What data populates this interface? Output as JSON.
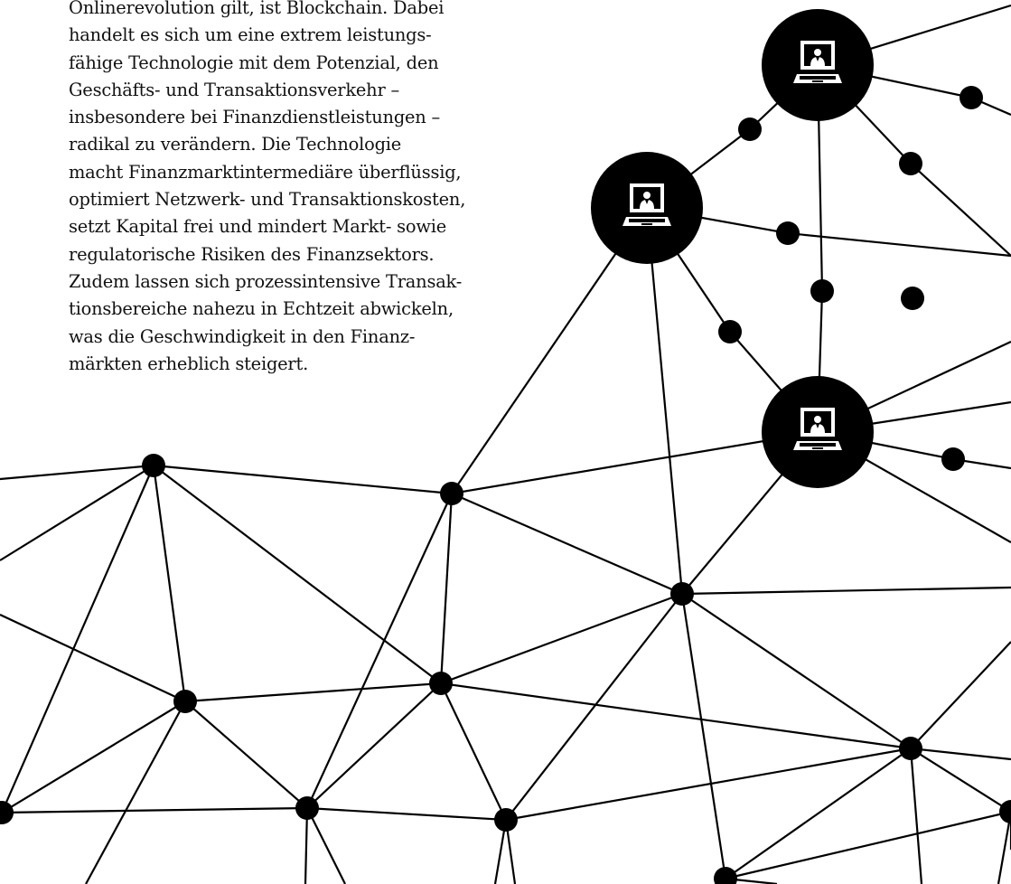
{
  "article": {
    "lines": [
      "Onlinerevolution gilt, ist Blockchain. Dabei",
      "handelt es sich um eine extrem leistungs-",
      "fähige Technologie mit dem Potenzial, den",
      "Geschäfts- und Transaktionsverkehr –",
      "insbesondere bei Finanzdienstleistungen –",
      "radikal zu verändern. Die Technologie",
      "macht Finanzmarktintermediäre überflüssig,",
      "optimiert Netzwerk- und Transaktionskosten,",
      "setzt Kapital frei und mindert Markt- sowie",
      "regulatorische Risiken des Finanzsektors.",
      "Zudem lassen sich prozessintensive Transak-",
      "tionsbereiche nahezu in Echtzeit abwickeln,",
      "was die Geschwindigkeit in den Finanz-",
      "märkten erheblich steigert."
    ]
  },
  "illustration": {
    "icon_names": [
      "laptop-user-icon",
      "laptop-user-icon",
      "laptop-user-icon"
    ],
    "colors": {
      "ink": "#000000",
      "screen": "#ffffff"
    }
  }
}
